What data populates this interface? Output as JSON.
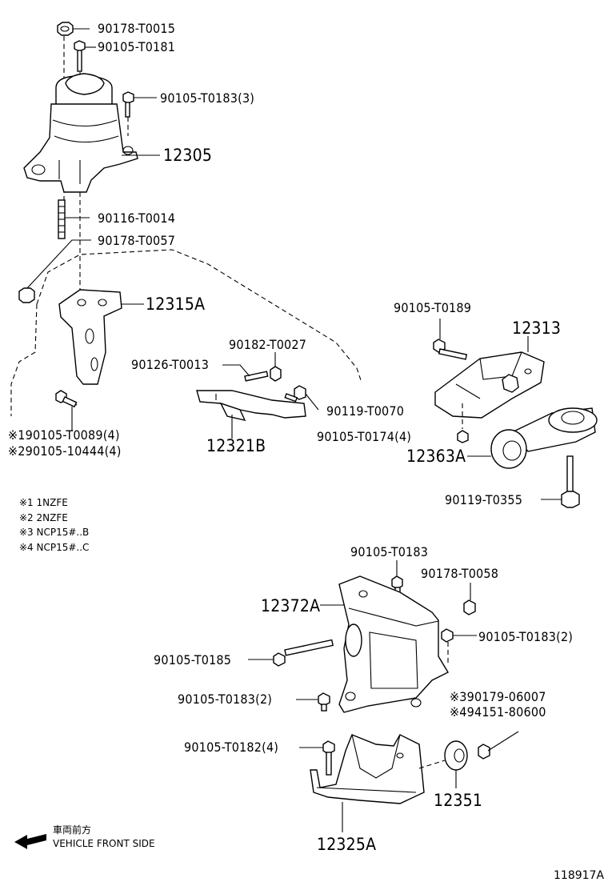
{
  "labels": {
    "p_90178_T0015": "90178-T0015",
    "p_90105_T0181": "90105-T0181",
    "p_90105_T0183_3": "90105-T0183(3)",
    "p_12305": "12305",
    "p_90116_T0014": "90116-T0014",
    "p_90178_T0057": "90178-T0057",
    "p_12315A": "12315A",
    "p_90182_T0027": "90182-T0027",
    "p_90126_T0013": "90126-T0013",
    "p_90119_T0070": "90119-T0070",
    "p_12321B": "12321B",
    "p_90105_T0089_4": "※190105-T0089(4)",
    "p_90105_10444_4": "※290105-10444(4)",
    "p_90105_T0189": "90105-T0189",
    "p_12313": "12313",
    "p_90105_T0174_4": "90105-T0174(4)",
    "p_12363A": "12363A",
    "p_90119_T0355": "90119-T0355",
    "p_90105_T0183": "90105-T0183",
    "p_90178_T0058": "90178-T0058",
    "p_12372A": "12372A",
    "p_90105_T0183_2a": "90105-T0183(2)",
    "p_90105_T0185": "90105-T0185",
    "p_90105_T0183_2b": "90105-T0183(2)",
    "p_90179_06007": "※390179-06007",
    "p_94151_80600": "※494151-80600",
    "p_90105_T0182_4": "90105-T0182(4)",
    "p_12351": "12351",
    "p_12325A": "12325A"
  },
  "notes": {
    "n1": "※1 1NZFE",
    "n2": "※2 2NZFE",
    "n3": "※3 NCP15#..B",
    "n4": "※4 NCP15#..C"
  },
  "direction": {
    "jp": "車両前方",
    "en": "VEHICLE FRONT SIDE"
  },
  "figure_number": "118917A"
}
